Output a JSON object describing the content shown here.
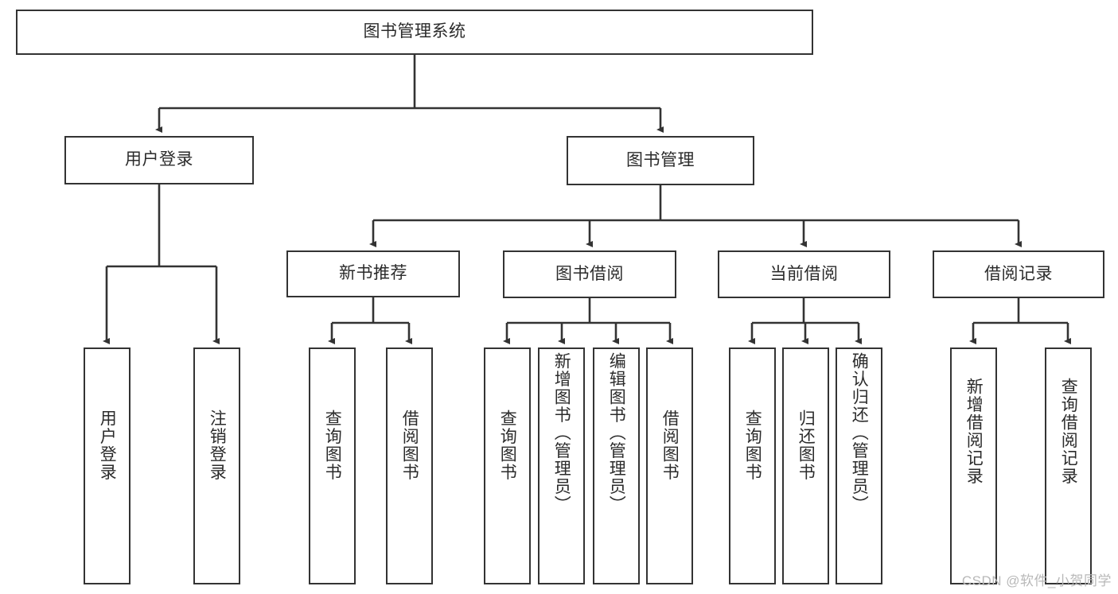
{
  "diagram": {
    "title": "图书管理系统",
    "type": "tree-hierarchy",
    "watermark": "CSDN @软件_小贺同学",
    "colors": {
      "stroke": "#333333",
      "fill": "#ffffff",
      "text": "#2b2b2b",
      "watermark": "#b8b8b8"
    },
    "root": {
      "label": "图书管理系统"
    },
    "level2": [
      {
        "label": "用户登录"
      },
      {
        "label": "图书管理"
      }
    ],
    "level3": [
      {
        "label": "新书推荐"
      },
      {
        "label": "图书借阅"
      },
      {
        "label": "当前借阅"
      },
      {
        "label": "借阅记录"
      }
    ],
    "leaves": {
      "user_login": [
        {
          "label": "用户登录"
        },
        {
          "label": "注销登录"
        }
      ],
      "new_book_recommend": [
        {
          "label": "查询图书"
        },
        {
          "label": "借阅图书"
        }
      ],
      "book_borrow": [
        {
          "label": "查询图书"
        },
        {
          "label": "新增图书（管理员）"
        },
        {
          "label": "编辑图书（管理员）"
        },
        {
          "label": "借阅图书"
        }
      ],
      "current_borrow": [
        {
          "label": "查询图书"
        },
        {
          "label": "归还图书"
        },
        {
          "label": "确认归还（管理员）"
        }
      ],
      "borrow_record": [
        {
          "label": "新增借阅记录"
        },
        {
          "label": "查询借阅记录"
        }
      ]
    }
  }
}
